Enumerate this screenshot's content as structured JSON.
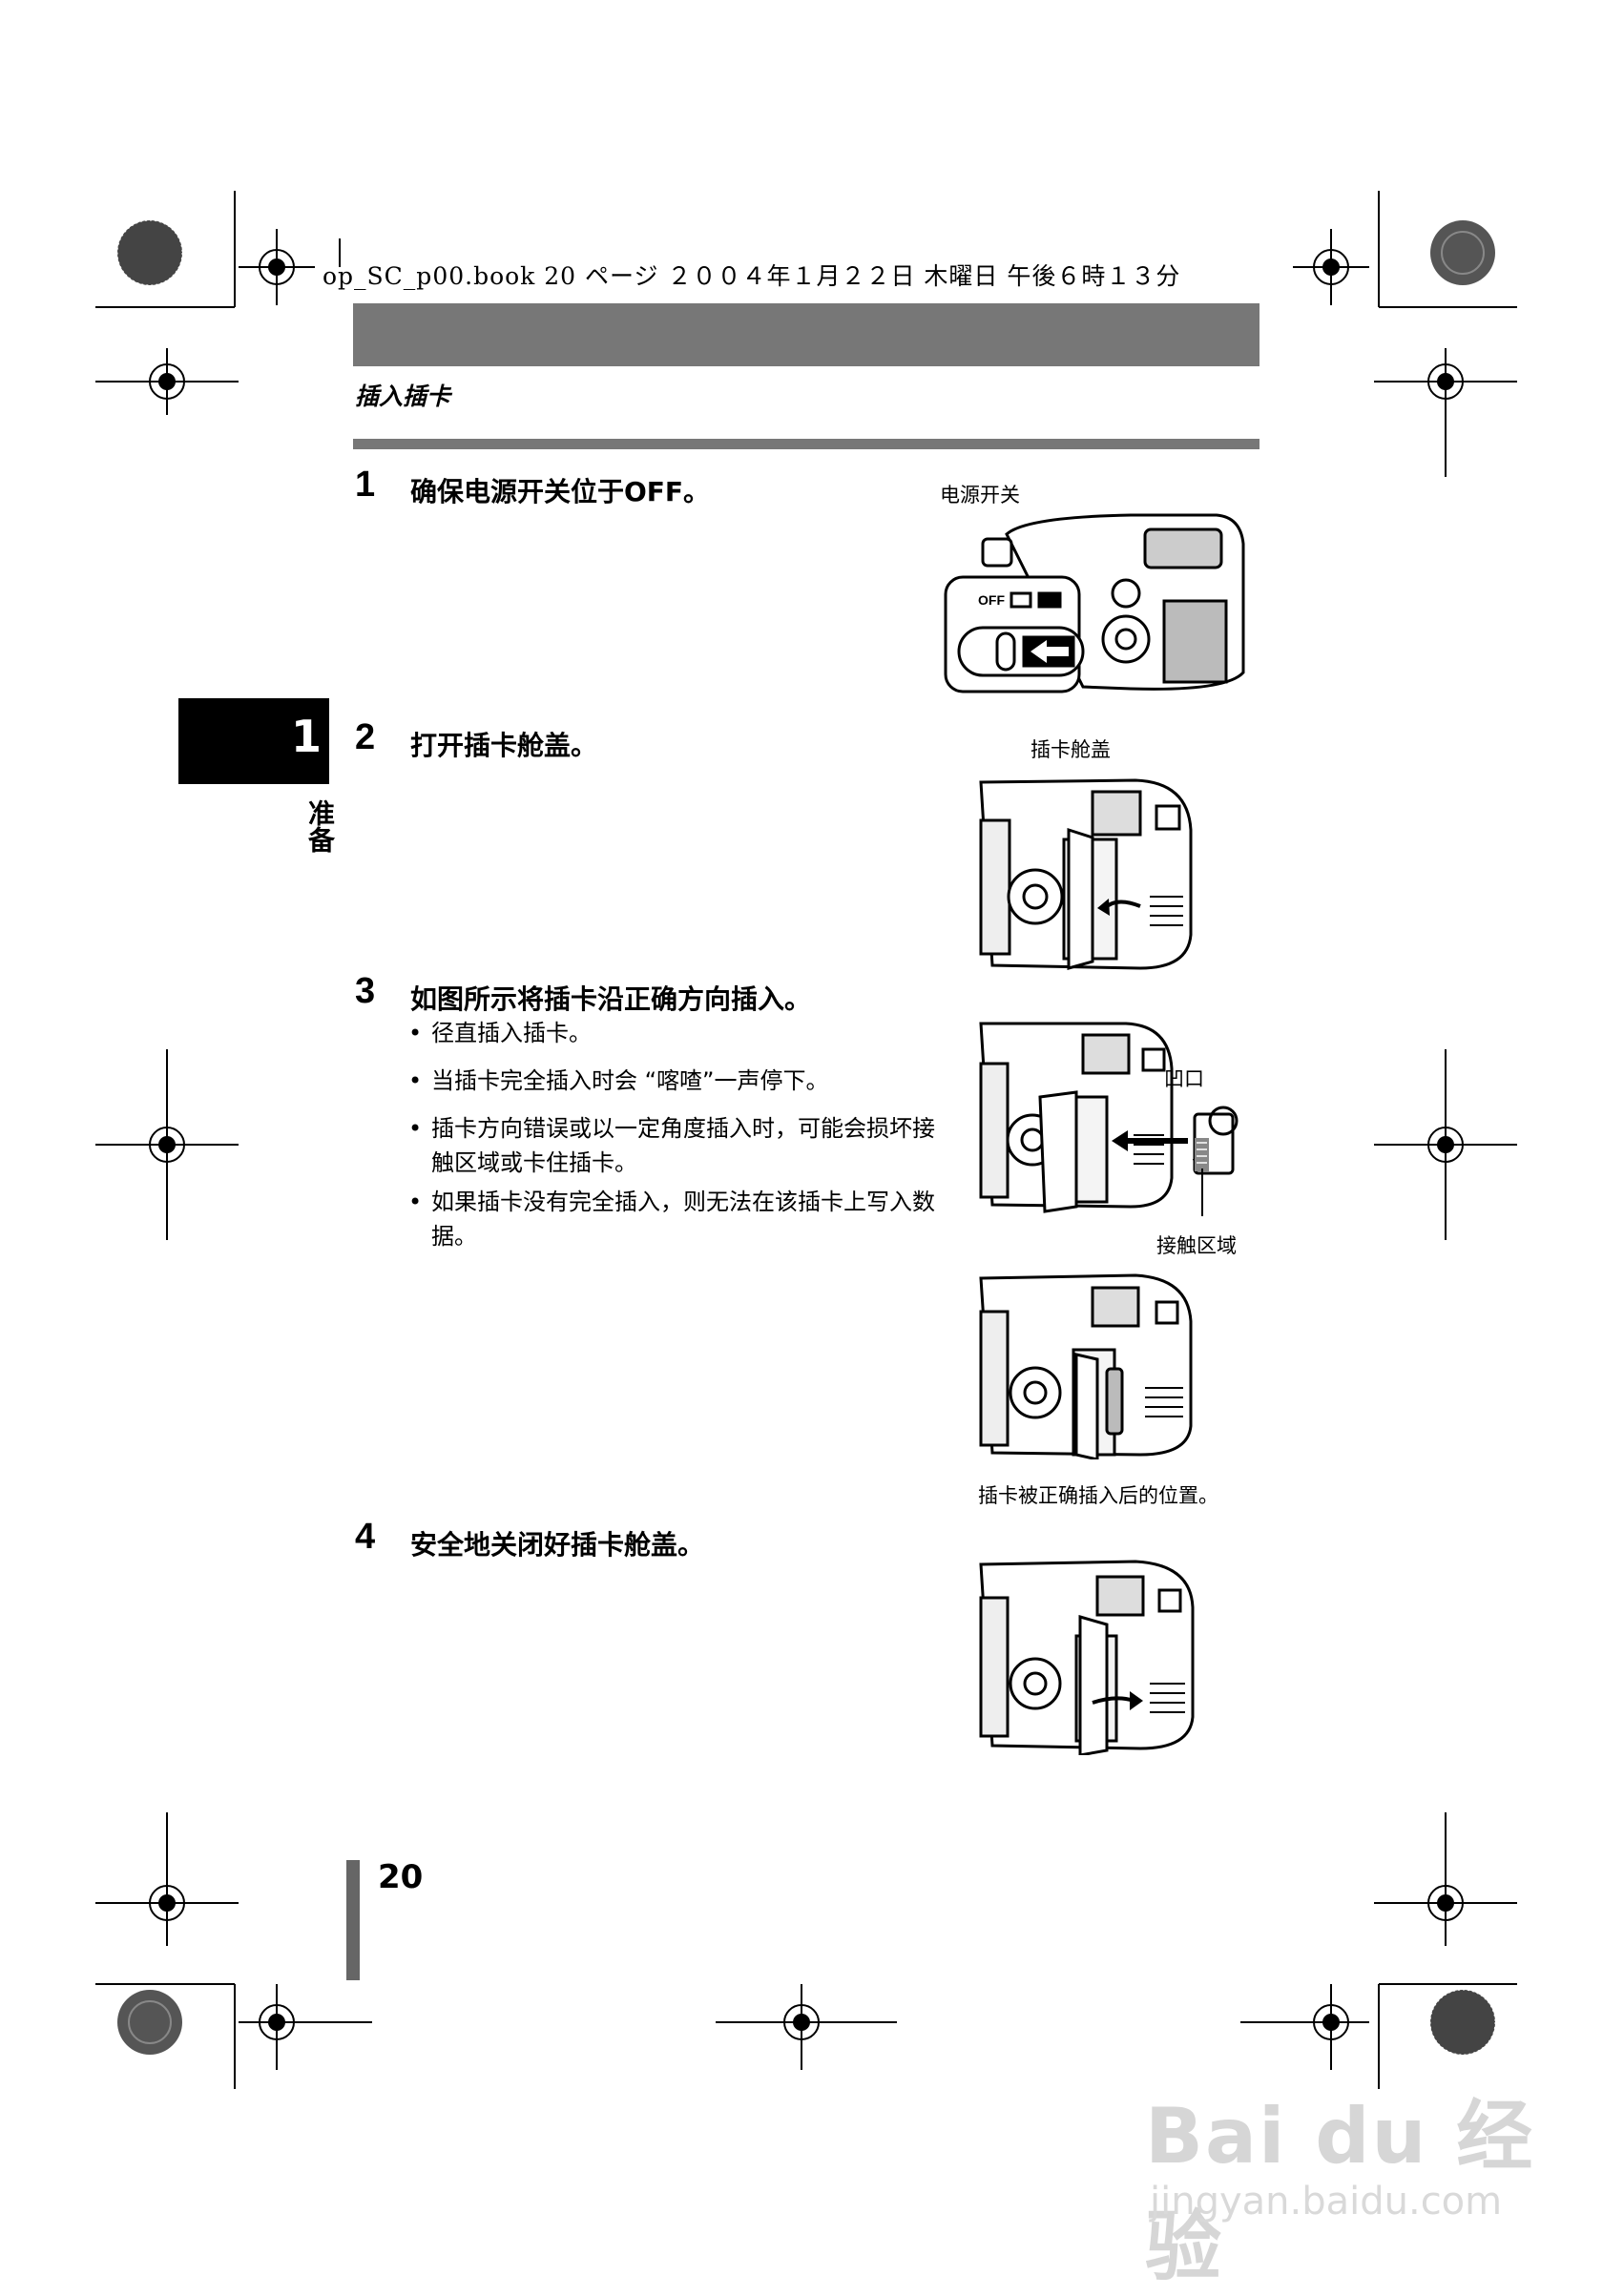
{
  "header": {
    "print_line": "op_SC_p00.book 20 ページ ２００４年１月２２日 木曜日 午後６時１３分"
  },
  "section": {
    "title": "插入插卡"
  },
  "chapter": {
    "number": "1",
    "label": "准备"
  },
  "steps": [
    {
      "num": "1",
      "text": "确保电源开关位于OFF。",
      "caption": "电源开关"
    },
    {
      "num": "2",
      "text": "打开插卡舱盖。",
      "caption": "插卡舱盖"
    },
    {
      "num": "3",
      "text": "如图所示将插卡沿正确方向插入。",
      "bullets": [
        "径直插入插卡。",
        "当插卡完全插入时会 “喀喳”一声停下。",
        "插卡方向错误或以一定角度插入时，可能会损坏接触区域或卡住插卡。",
        "如果插卡没有完全插入，则无法在该插卡上写入数据。"
      ],
      "caption_notch": "凹口",
      "caption_contact": "接触区域",
      "caption_inserted": "插卡被正确插入后的位置。"
    },
    {
      "num": "4",
      "text": "安全地关闭好插卡舱盖。"
    }
  ],
  "switch_labels": {
    "off": "OFF"
  },
  "page_number": "20",
  "watermark": {
    "brand": "Bai du 经验",
    "url": "jingyan.baidu.com"
  }
}
